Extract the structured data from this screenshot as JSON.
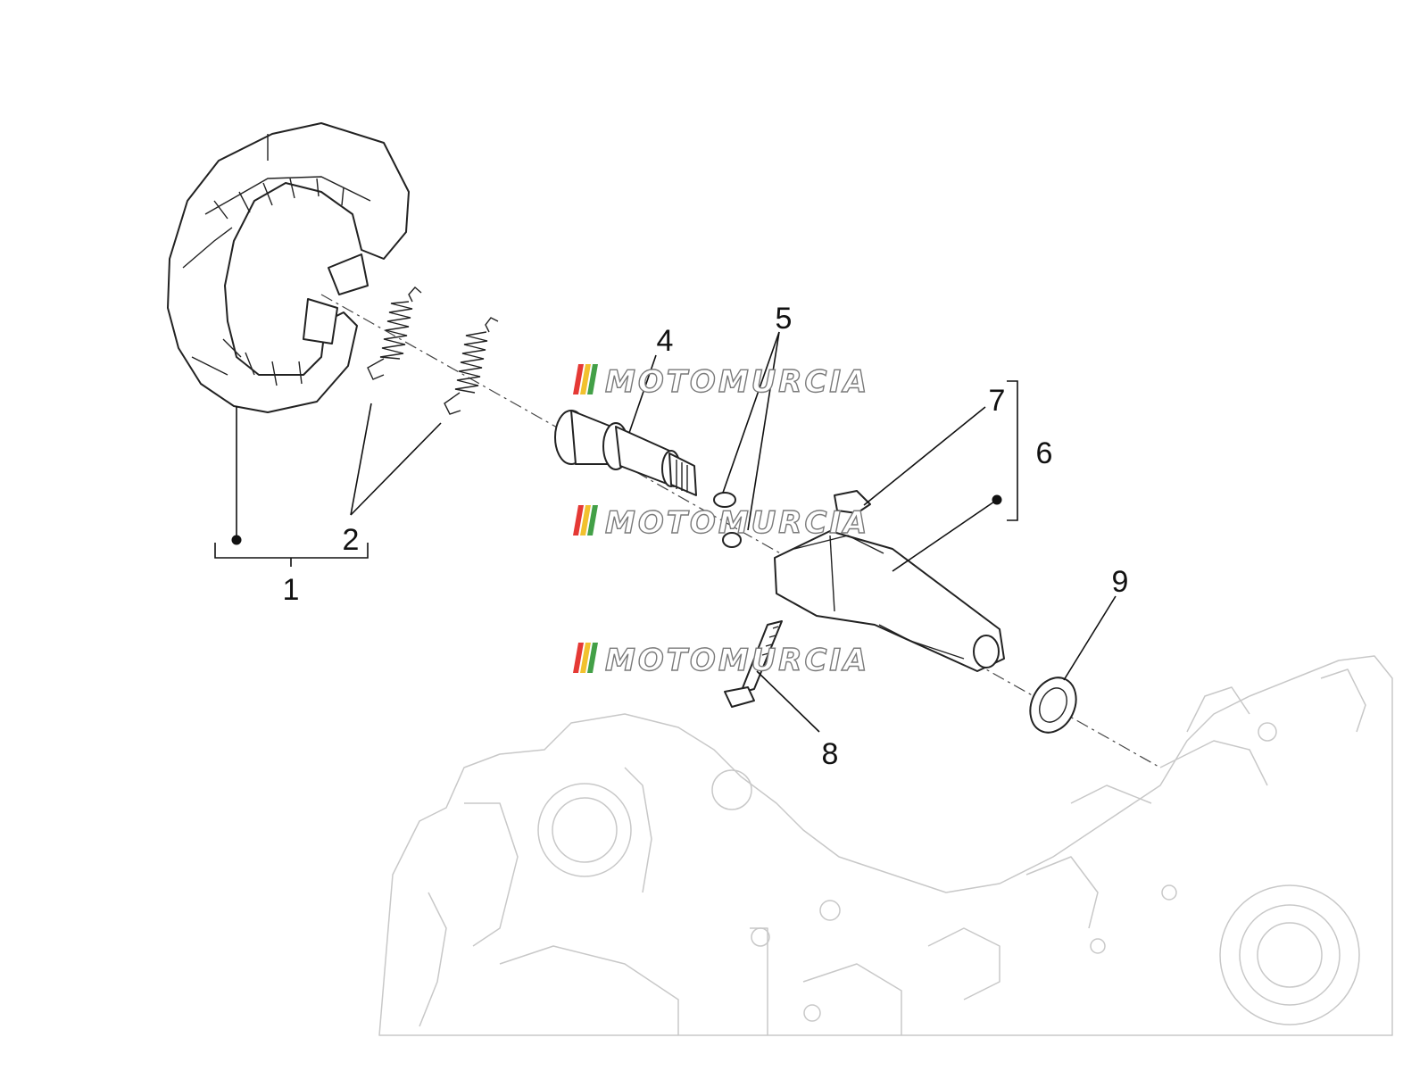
{
  "callouts": [
    "1",
    "2",
    "4",
    "5",
    "6",
    "7",
    "8",
    "9"
  ],
  "watermark": {
    "text": "MOTOMURCIA",
    "stripe_colors": [
      "#e53935",
      "#f2c12e",
      "#43a047"
    ]
  }
}
